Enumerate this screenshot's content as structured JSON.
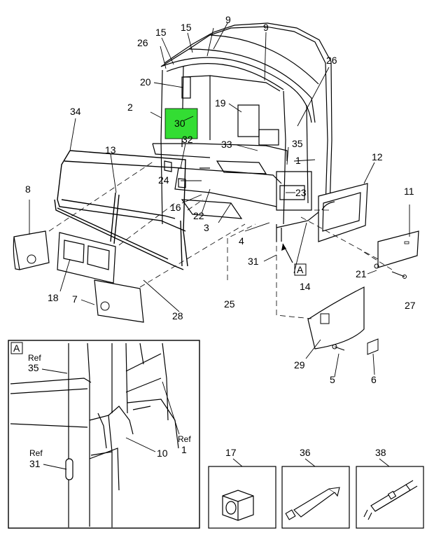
{
  "callouts": {
    "c1": "1",
    "c2": "2",
    "c3": "3",
    "c4": "4",
    "c5": "5",
    "c6": "6",
    "c7": "7",
    "c8": "8",
    "c9a": "9",
    "c9b": "9",
    "c11": "11",
    "c12": "12",
    "c13": "13",
    "c14": "14",
    "c15a": "15",
    "c15b": "15",
    "c16": "16",
    "c17": "17",
    "c18": "18",
    "c19": "19",
    "c20": "20",
    "c21": "21",
    "c22": "22",
    "c23": "23",
    "c24": "24",
    "c25": "25",
    "c26a": "26",
    "c26b": "26",
    "c27": "27",
    "c28": "28",
    "c29": "29",
    "c31": "31",
    "c32": "32",
    "c33": "33",
    "c34": "34",
    "c35": "35",
    "c36": "36",
    "c38": "38",
    "highlight": "30"
  },
  "view_marker": "A",
  "detail": {
    "tag": "A",
    "ref_word": "Ref",
    "ref35": "35",
    "ref31": "31",
    "ref1": "1",
    "c10": "10"
  },
  "colors": {
    "highlight": "#33dd33",
    "line": "#000000",
    "shade": "#eeeeee"
  }
}
